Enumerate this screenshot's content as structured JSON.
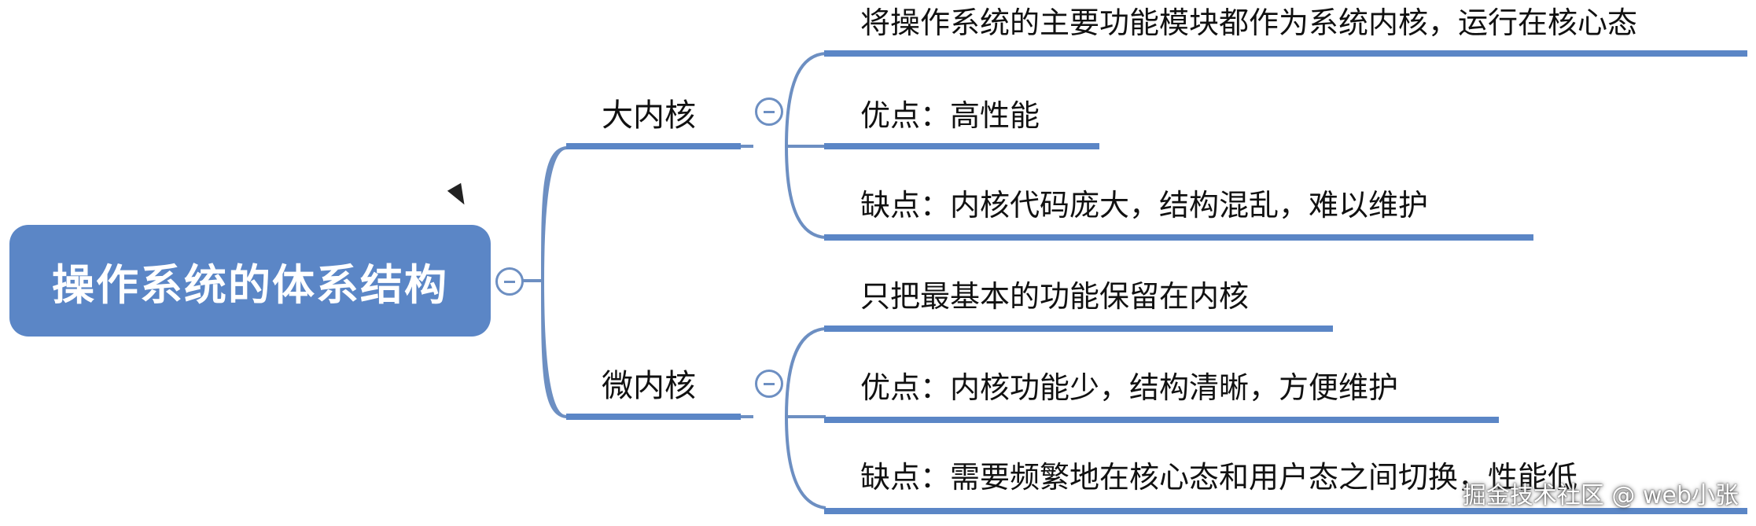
{
  "root": {
    "label": "操作系统的体系结构"
  },
  "branches": [
    {
      "label": "大内核",
      "children": [
        "将操作系统的主要功能模块都作为系统内核，运行在核心态",
        "优点：高性能",
        "缺点：内核代码庞大，结构混乱，难以维护"
      ]
    },
    {
      "label": "微内核",
      "children": [
        "只把最基本的功能保留在内核",
        "优点：内核功能少，结构清晰，方便维护",
        "缺点：需要频繁地在核心态和用户态之间切换，性能低"
      ]
    }
  ],
  "watermark": "掘金技术社区 @ web小张",
  "colors": {
    "node": "#5b86c6",
    "line": "#6d8fc2",
    "underline": "#5b86c6"
  }
}
